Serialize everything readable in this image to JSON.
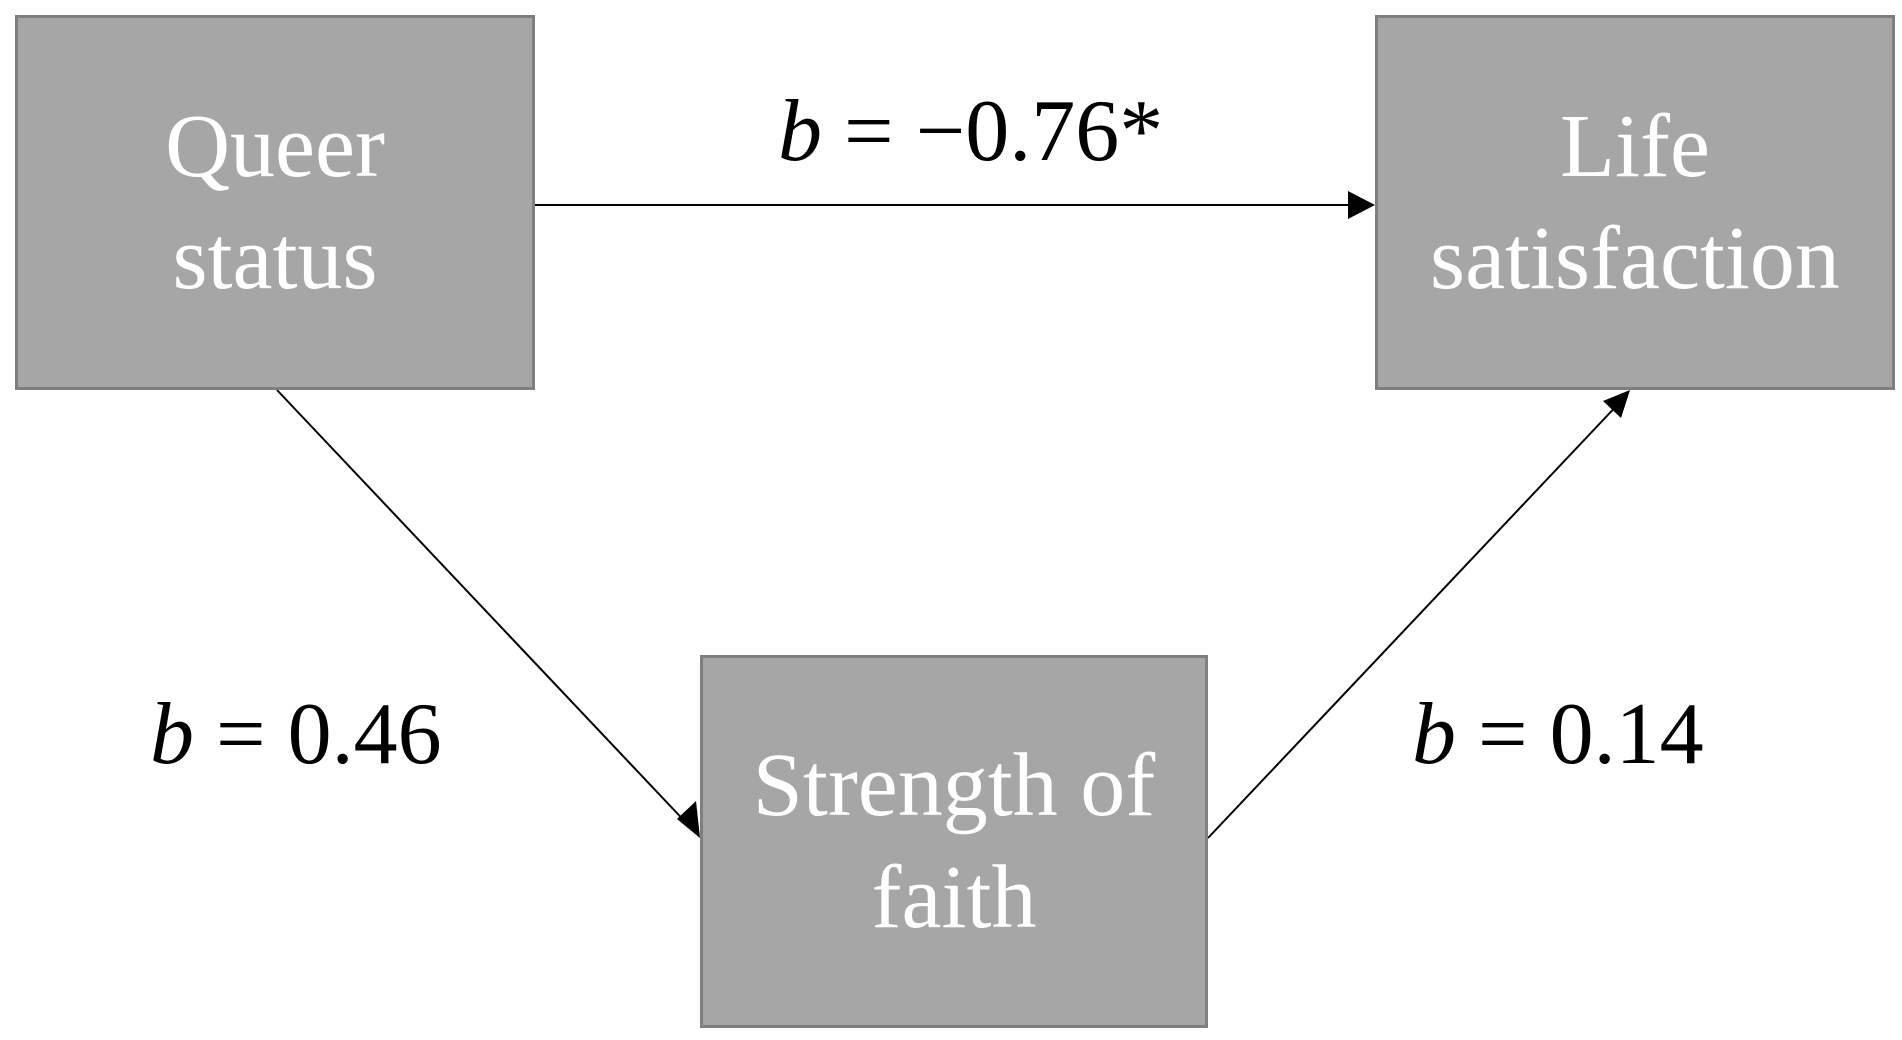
{
  "diagram": {
    "nodes": {
      "queer_status": {
        "lines": [
          "Queer",
          "status"
        ]
      },
      "life_satisfaction": {
        "lines": [
          "Life",
          "satisfaction"
        ]
      },
      "strength_of_faith": {
        "lines": [
          "Strength of",
          "faith"
        ]
      }
    },
    "edges": {
      "direct": {
        "from": "queer_status",
        "to": "life_satisfaction",
        "coef_symbol": "b",
        "equals": " = ",
        "value": "−0.76*"
      },
      "a_path": {
        "from": "queer_status",
        "to": "strength_of_faith",
        "coef_symbol": "b",
        "equals": " = ",
        "value": "0.46"
      },
      "b_path": {
        "from": "strength_of_faith",
        "to": "life_satisfaction",
        "coef_symbol": "b",
        "equals": " = ",
        "value": "0.14"
      }
    },
    "colors": {
      "node_fill": "#a6a6a6",
      "node_border": "#7f7f7f",
      "node_text": "#ffffff",
      "arrow": "#000000",
      "label_text": "#000000"
    }
  }
}
